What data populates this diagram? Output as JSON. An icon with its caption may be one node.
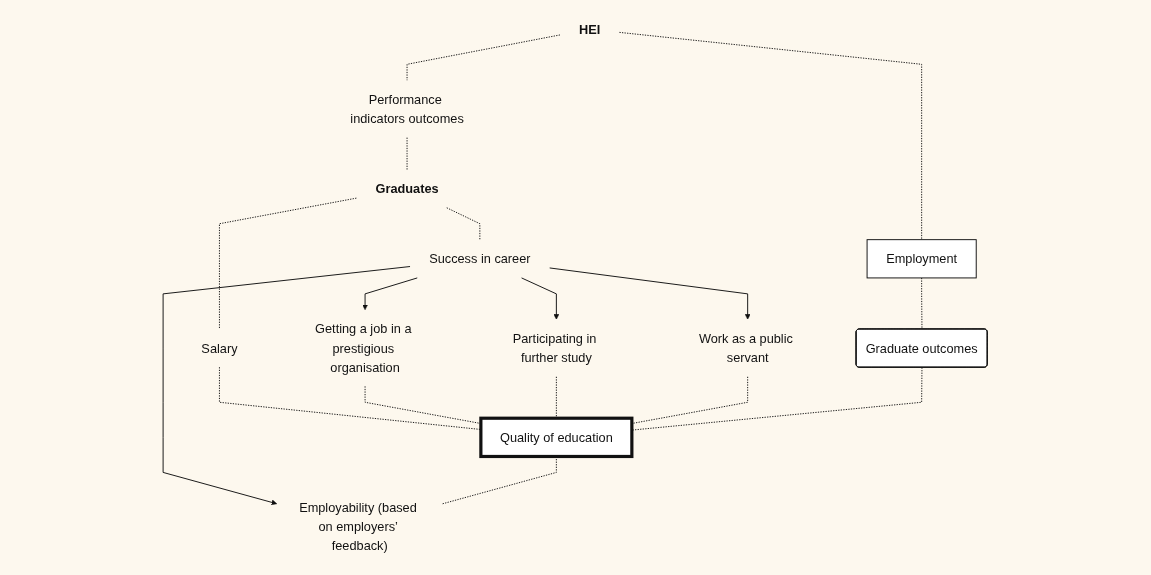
{
  "diagram": {
    "nodes": [
      {
        "text": [
          "HEI"
        ]
      },
      {
        "text": [
          "Performance indicators outcomes"
        ]
      },
      {
        "text": [
          "Graduates"
        ]
      },
      {
        "text": [
          "Success in career"
        ]
      },
      {
        "text": [
          "Salary"
        ]
      },
      {
        "text": [
          "Getting a job in a prestigious organisation"
        ]
      },
      {
        "text": [
          "Participating in further study"
        ]
      },
      {
        "text": [
          "Work as a public servant"
        ]
      },
      {
        "text": [
          "Employment"
        ]
      },
      {
        "text": [
          "Graduate outcomes"
        ]
      },
      {
        "text": [
          "Quality of education"
        ]
      },
      {
        "text": [
          "Employability (based on employers’ feedback)"
        ]
      }
    ],
    "edges": [
      {
        "from": 0,
        "to": 1,
        "arrow": "none",
        "style": "dashed"
      },
      {
        "from": 1,
        "to": 2,
        "arrow": "none",
        "style": "dashed"
      },
      {
        "from": 2,
        "to": 3,
        "arrow": "none",
        "style": "dashed"
      },
      {
        "from": 2,
        "to": 4,
        "arrow": "none",
        "style": "dashed"
      },
      {
        "from": 3,
        "to": 5,
        "arrow": "to"
      },
      {
        "from": 3,
        "to": 6,
        "arrow": "to"
      },
      {
        "from": 3,
        "to": 7,
        "arrow": "to"
      },
      {
        "from": 3,
        "to": 11,
        "arrow": "to"
      },
      {
        "from": 0,
        "to": 8,
        "arrow": "none",
        "style": "dashed"
      },
      {
        "from": 8,
        "to": 9,
        "arrow": "none",
        "style": "dashed"
      },
      {
        "from": 4,
        "to": 10,
        "arrow": "none",
        "style": "dashed"
      },
      {
        "from": 5,
        "to": 10,
        "arrow": "none",
        "style": "dashed"
      },
      {
        "from": 6,
        "to": 10,
        "arrow": "none",
        "style": "dashed"
      },
      {
        "from": 7,
        "to": 10,
        "arrow": "none",
        "style": "dashed"
      },
      {
        "from": 9,
        "to": 10,
        "arrow": "none",
        "style": "dashed"
      },
      {
        "from": 10,
        "to": 11,
        "arrow": "none",
        "style": "dashed"
      }
    ]
  }
}
